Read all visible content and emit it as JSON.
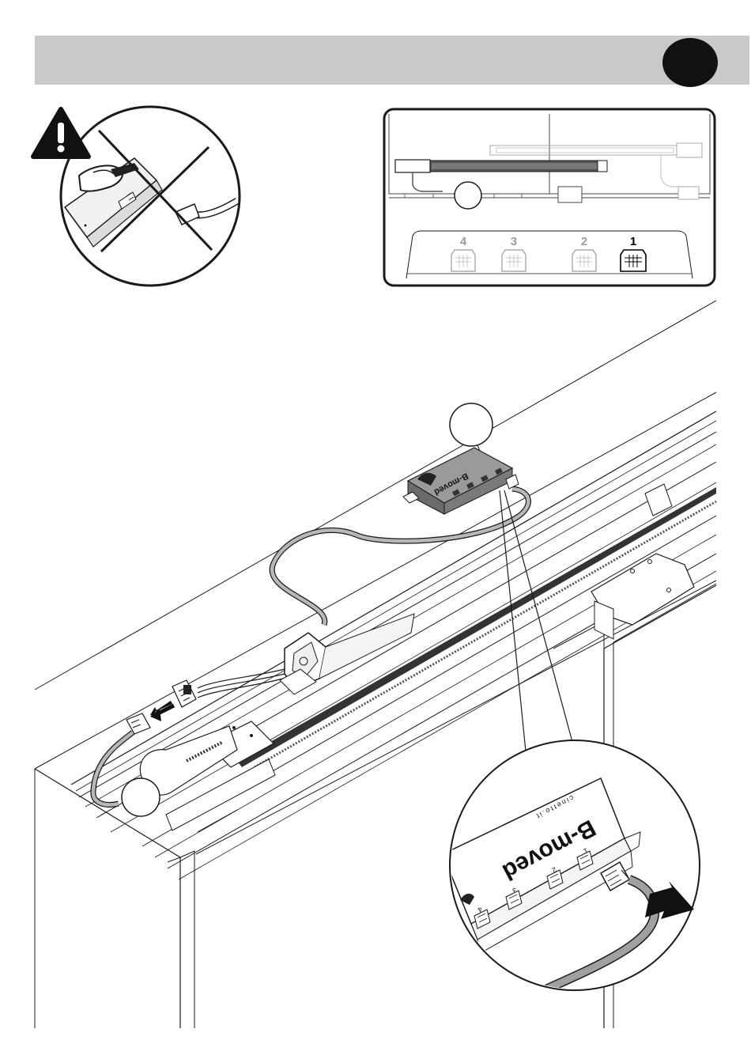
{
  "panel": {
    "ports": [
      {
        "number": "4",
        "color": "#9a9a9a"
      },
      {
        "number": "3",
        "color": "#9a9a9a"
      },
      {
        "number": "2",
        "color": "#9a9a9a"
      },
      {
        "number": "1",
        "color": "#000000"
      }
    ]
  },
  "device": {
    "brand": "B-moved",
    "sub_brand": "cinetto.it",
    "ports": [
      "4",
      "3",
      "2",
      "1"
    ]
  },
  "colors": {
    "header_bar": "#c9c9c9",
    "step_dot": "#111111",
    "line": "#1a1a1a",
    "cable": "#8a8a8a"
  },
  "icons": [
    "warning-icon",
    "cross-icon",
    "arrow-left-icon",
    "push-arrow-icon"
  ]
}
